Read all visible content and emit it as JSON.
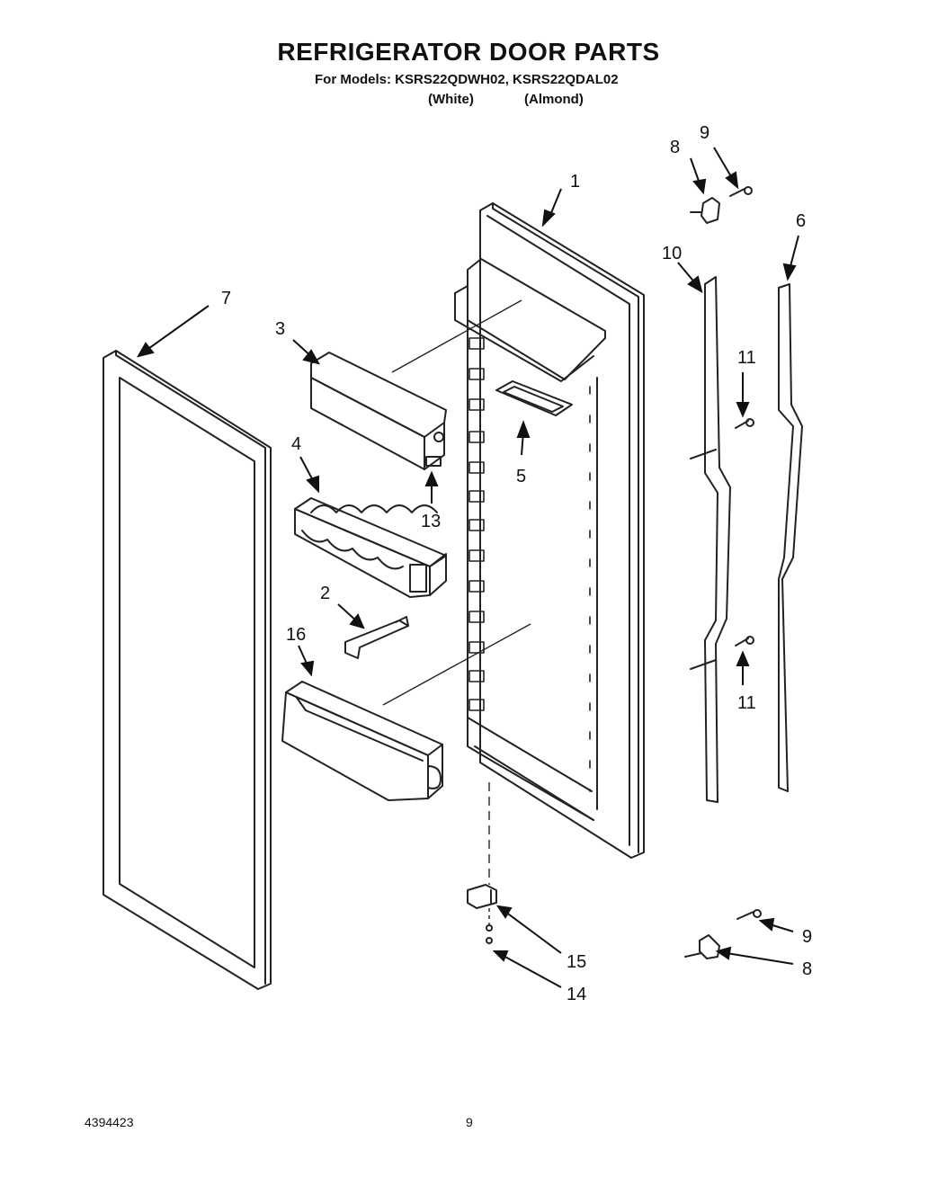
{
  "header": {
    "title": "REFRIGERATOR DOOR PARTS",
    "models_line": "For Models: KSRS22QDWH02, KSRS22QDAL02",
    "variant_white": "(White)",
    "variant_almond": "(Almond)"
  },
  "callouts": [
    "1",
    "2",
    "3",
    "4",
    "5",
    "6",
    "7",
    "8",
    "9",
    "10",
    "11",
    "11",
    "13",
    "14",
    "15",
    "16",
    "8",
    "9"
  ],
  "footer": {
    "part_number": "4394423",
    "page_number": "9"
  }
}
